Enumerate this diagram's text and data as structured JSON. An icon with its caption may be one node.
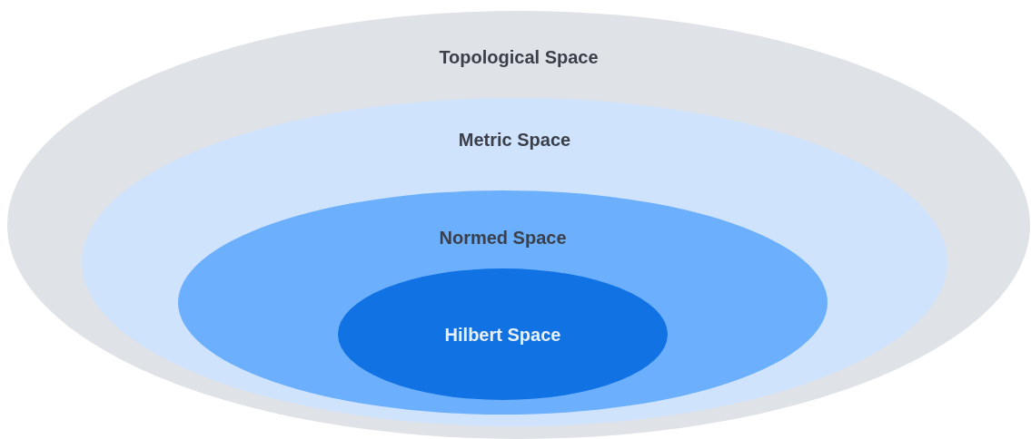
{
  "diagram": {
    "nodes": [
      {
        "text": [
          "Topological Space"
        ]
      },
      {
        "text": [
          "Metric Space"
        ],
        "in": 0
      },
      {
        "text": [
          "Normed Space"
        ],
        "in": 1
      },
      {
        "text": [
          "Hilbert Space"
        ],
        "in": 2
      }
    ]
  }
}
